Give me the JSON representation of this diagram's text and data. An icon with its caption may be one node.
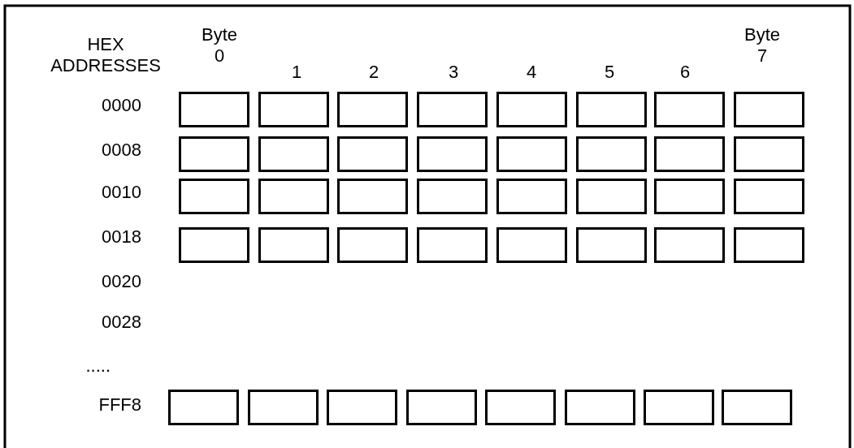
{
  "diagram": {
    "nodes": [
      {
        "text": [],
        "shape": "box"
      },
      {
        "text": [],
        "shape": "box"
      },
      {
        "text": [],
        "shape": "box"
      },
      {
        "text": [],
        "shape": "box"
      },
      {
        "text": [],
        "shape": "box"
      },
      {
        "text": [],
        "shape": "box"
      },
      {
        "text": [],
        "shape": "box"
      },
      {
        "text": [],
        "shape": "box"
      },
      {
        "text": [],
        "shape": "box"
      },
      {
        "text": [],
        "shape": "box"
      },
      {
        "text": [],
        "shape": "box"
      },
      {
        "text": [],
        "shape": "box"
      },
      {
        "text": [],
        "shape": "box"
      },
      {
        "text": [],
        "shape": "box"
      },
      {
        "text": [],
        "shape": "box"
      },
      {
        "text": [],
        "shape": "box"
      },
      {
        "text": [],
        "shape": "box"
      },
      {
        "text": [],
        "shape": "box"
      },
      {
        "text": [],
        "shape": "box"
      },
      {
        "text": [],
        "shape": "box"
      },
      {
        "text": [],
        "shape": "box"
      },
      {
        "text": [],
        "shape": "box"
      },
      {
        "text": [],
        "shape": "box"
      },
      {
        "text": [],
        "shape": "box"
      },
      {
        "text": [],
        "shape": "box"
      },
      {
        "text": [],
        "shape": "box"
      },
      {
        "text": [],
        "shape": "box"
      },
      {
        "text": [],
        "shape": "box"
      },
      {
        "text": [],
        "shape": "box"
      },
      {
        "text": [],
        "shape": "box"
      },
      {
        "text": [],
        "shape": "box"
      },
      {
        "text": [],
        "shape": "box"
      },
      {
        "text": [],
        "shape": "box"
      },
      {
        "text": [],
        "shape": "box"
      },
      {
        "text": [],
        "shape": "box"
      },
      {
        "text": [],
        "shape": "box"
      },
      {
        "text": [],
        "shape": "box"
      },
      {
        "text": [],
        "shape": "box"
      },
      {
        "text": [],
        "shape": "box"
      },
      {
        "text": [],
        "shape": "box"
      }
    ],
    "labels": [
      "HEX ADDRESSES",
      "Byte 0",
      "1",
      "2",
      "3",
      "4",
      "5",
      "6",
      "Byte 7",
      "0000",
      "0008",
      "0010",
      "0018",
      "0020",
      "0028",
      ".....",
      "FFF8"
    ]
  }
}
